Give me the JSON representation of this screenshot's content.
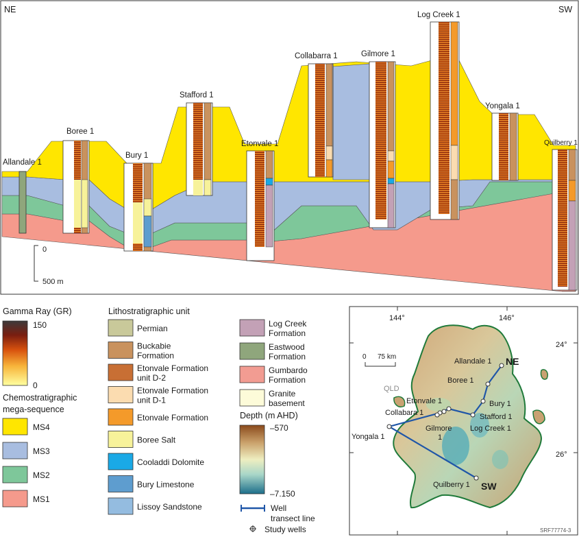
{
  "section": {
    "left_direction": "NE",
    "right_direction": "SW",
    "scale_zero": "0",
    "scale_label": "500 m",
    "wells": [
      "Allandale 1",
      "Boree 1",
      "Bury 1",
      "Stafford 1",
      "Etonvale 1",
      "Collabarra 1",
      "Gilmore 1",
      "Log Creek 1",
      "Yongala 1",
      "Quilberry 1"
    ]
  },
  "gamma_legend": {
    "title": "Gamma Ray (GR)",
    "max": "150",
    "min": "0"
  },
  "chemo_legend": {
    "title_line1": "Chemostratigraphic",
    "title_line2": "mega-sequence",
    "items": [
      {
        "label": "MS4",
        "color": "#ffe600"
      },
      {
        "label": "MS3",
        "color": "#a8bde0"
      },
      {
        "label": "MS2",
        "color": "#7ec79a"
      },
      {
        "label": "MS1",
        "color": "#f59a8c"
      }
    ]
  },
  "litho_legend": {
    "title": "Lithostratigraphic unit",
    "col1": [
      {
        "lines": [
          "Permian"
        ],
        "color": "#c9c99a"
      },
      {
        "lines": [
          "Buckabie",
          "Formation"
        ],
        "color": "#c9925e"
      },
      {
        "lines": [
          "Etonvale Formation",
          "unit D-2"
        ],
        "color": "#c86f34"
      },
      {
        "lines": [
          "Etonvale Formation",
          "unit D-1"
        ],
        "color": "#fbdcb0"
      },
      {
        "lines": [
          "Etonvale Formation"
        ],
        "color": "#f49a2a"
      },
      {
        "lines": [
          "Boree Salt"
        ],
        "color": "#f7f29a"
      },
      {
        "lines": [
          "Cooladdi Dolomite"
        ],
        "color": "#1aa9e6"
      },
      {
        "lines": [
          "Bury Limestone"
        ],
        "color": "#5e9dcf"
      },
      {
        "lines": [
          "Lissoy Sandstone"
        ],
        "color": "#94bce0"
      }
    ],
    "col2": [
      {
        "lines": [
          "Log Creek",
          "Formation"
        ],
        "color": "#c3a1b6"
      },
      {
        "lines": [
          "Eastwood",
          "Formation"
        ],
        "color": "#8fa67c"
      },
      {
        "lines": [
          "Gumbardo",
          "Formation"
        ],
        "color": "#f29c92"
      },
      {
        "lines": [
          "Granite",
          "basement"
        ],
        "color": "#fdfbd9"
      }
    ]
  },
  "depth_legend": {
    "title": "Depth (m AHD)",
    "top": "–570",
    "bottom": "–7.150",
    "transect_line1": "Well",
    "transect_line2": "transect line",
    "study_wells": "Study wells"
  },
  "map": {
    "lon_labels": [
      "144°",
      "146°"
    ],
    "lat_labels": [
      "24°",
      "26°"
    ],
    "scale_zero": "0",
    "scale_label": "75 km",
    "state": "QLD",
    "ne": "NE",
    "sw": "SW",
    "wells": [
      "Allandale 1",
      "Boree 1",
      "Bury 1",
      "Etonvale 1",
      "Collabara 1",
      "Stafford 1",
      "Gilmore",
      "1",
      "Log Creek 1",
      "Yongala 1",
      "Quilberry 1"
    ],
    "code": "SRF77774-3"
  }
}
